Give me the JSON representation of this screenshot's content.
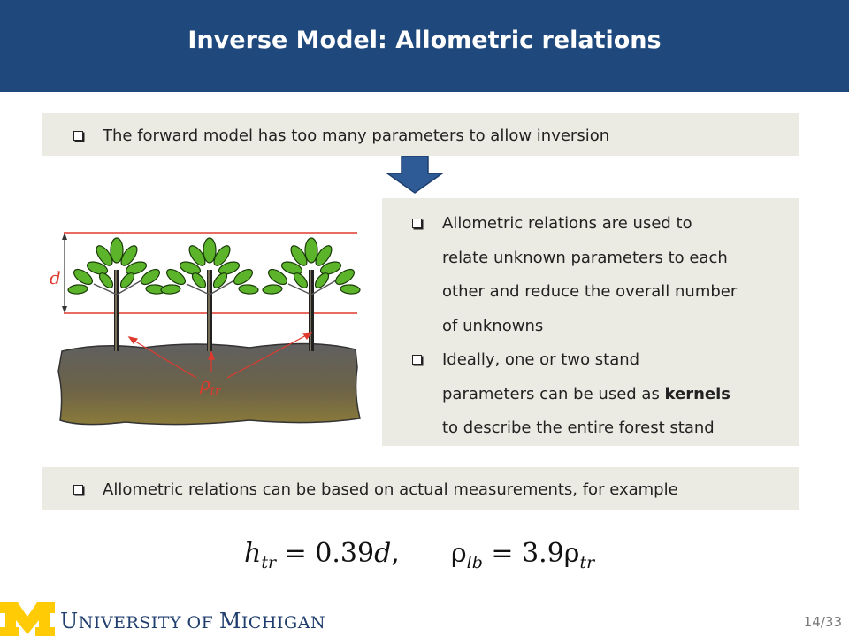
{
  "slide": {
    "title": "Inverse Model: Allometric relations",
    "bullet_top": "The forward model has too many parameters to allow inversion",
    "right_box": {
      "b1_l1": "Allometric relations are used to",
      "b1_l2": "relate unknown parameters to each",
      "b1_l3": "other and reduce the overall number",
      "b1_l4": "of unknowns",
      "b2_l1": "Ideally, one or two stand",
      "b2_l2_pre": "parameters can be used as ",
      "b2_l2_bold": "kernels",
      "b2_l3": "to describe the entire forest stand"
    },
    "bullet_bottom": "Allometric relations can be based on actual measurements, for example",
    "illustration": {
      "d_label": "d",
      "rho_label": "ρ",
      "rho_sub": "tr"
    },
    "equation": {
      "h": "h",
      "h_sub": "tr",
      "h_rhs": " = 0.39",
      "h_var": "d",
      "comma": ",",
      "rho": "ρ",
      "rho_sub": "lb",
      "rho_rhs": " = 3.9ρ",
      "rho_sub2": "tr"
    },
    "footer": {
      "u_cap": "U",
      "u_rest": "NIVERSITY OF ",
      "m_cap": "M",
      "m_rest": "ICHIGAN",
      "page": "14/33"
    },
    "colors": {
      "header": "#1f497d",
      "box": "#ecebe3",
      "logo_maize": "#ffcb05",
      "red_lines": "#e03a2e"
    }
  }
}
